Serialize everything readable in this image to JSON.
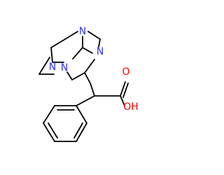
{
  "structure": {
    "atom_labels": {
      "n_top": "N",
      "n_left": "N",
      "n_middle": "N",
      "n_right": "N",
      "carbonyl_o": "O",
      "hydroxyl": "OH"
    },
    "colors": {
      "bond": "#000000",
      "nitrogen": "#3333ff",
      "oxygen": "#ff0000"
    }
  }
}
